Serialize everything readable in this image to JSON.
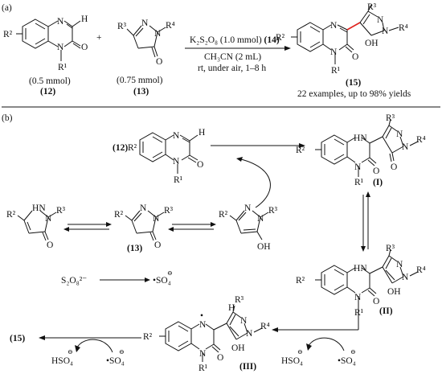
{
  "panel_a": {
    "tag": "(a)",
    "r2": "R²",
    "h": "H",
    "o": "O",
    "n": "N",
    "r1": "R¹",
    "plus": "+",
    "amount12": "(0.5 mmol)",
    "label12": "(12)",
    "r3": "R³",
    "r4": "R⁴",
    "amount13": "(0.75 mmol)",
    "label13": "(13)",
    "cond_line1": "K₂S₂O₈ (1.0 mmol)",
    "cond_line1_ref": "(14)",
    "cond_line2": "CH₃CN (2 mL)",
    "cond_line3": "rt, under air, 1–8 h",
    "oh": "OH",
    "label15": "(15)",
    "scope": "22 examples, up to 98% yields"
  },
  "panel_b": {
    "tag": "(b)",
    "ref12": "(12)",
    "r1": "R¹",
    "r2": "R²",
    "r3": "R³",
    "r4": "R⁴",
    "h": "H",
    "n": "N",
    "o": "O",
    "oh": "OH",
    "label13": "(13)",
    "labelI": "(I)",
    "labelII": "(II)",
    "labelIII": "(III)",
    "persulfate": "S₂O₈²⁻",
    "radical_so4": "•SO₄",
    "minus": "⊖",
    "hso4": "HSO₄",
    "product15": "(15)",
    "radical_dot": "•"
  }
}
